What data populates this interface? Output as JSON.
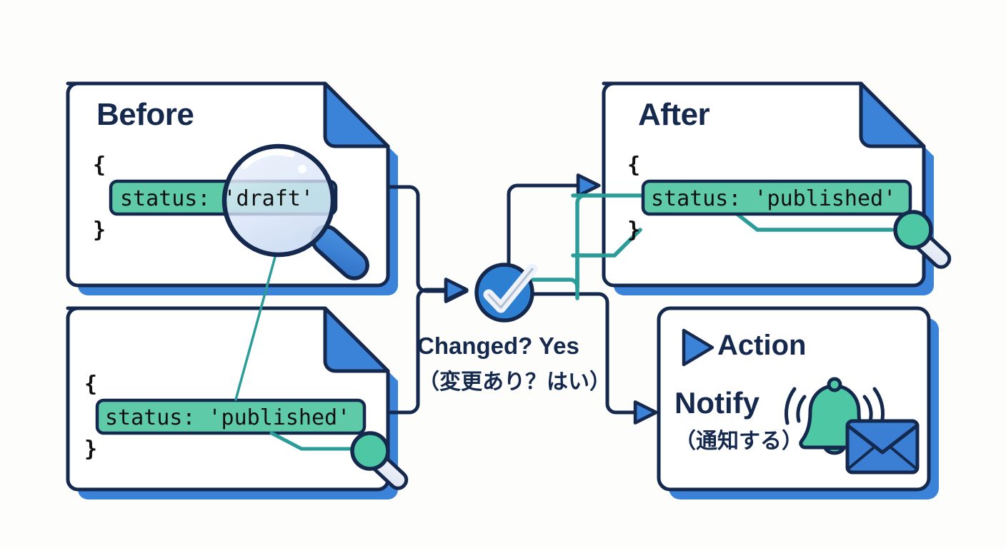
{
  "diagram": {
    "title": "Before / After change detection flow",
    "background": "#fdfdfb",
    "colors": {
      "navy": "#15294f",
      "blue": "#3b82d9",
      "teal": "#2a9d9a",
      "mint": "#5ecaa8",
      "lens": "#dbe6f7"
    }
  },
  "cards": {
    "before": {
      "title": "Before",
      "brace_open": "{",
      "brace_close": "}",
      "code": "status: 'draft'",
      "magnifier": "magnifier-icon"
    },
    "before_alt": {
      "title": "",
      "brace_open": "{",
      "brace_close": "}",
      "code": "status: 'published'",
      "magnifier": "magnifier-icon"
    },
    "after": {
      "title": "After",
      "brace_open": "{",
      "brace_close": "}",
      "code": "status: 'published'",
      "magnifier": "magnifier-icon"
    },
    "action": {
      "play_marker": "play-triangle-icon",
      "heading": "Action",
      "label_en": "Notify",
      "label_jp": "（通知する）",
      "icons": [
        "bell-icon",
        "envelope-icon"
      ]
    }
  },
  "decision": {
    "icon": "check-circle-icon",
    "label_en": "Changed? Yes",
    "label_jp": "（変更あり？はい）"
  },
  "connectors": [
    {
      "name": "before-to-decision",
      "style": "navy-arrow"
    },
    {
      "name": "before-alt-to-decision",
      "style": "navy-arrow"
    },
    {
      "name": "decision-to-after",
      "style": "navy-arrow"
    },
    {
      "name": "decision-to-action",
      "style": "navy-arrow"
    },
    {
      "name": "highlight-link-before-to-alt",
      "style": "teal-thin"
    },
    {
      "name": "highlight-link-to-after",
      "style": "teal-thick"
    }
  ]
}
